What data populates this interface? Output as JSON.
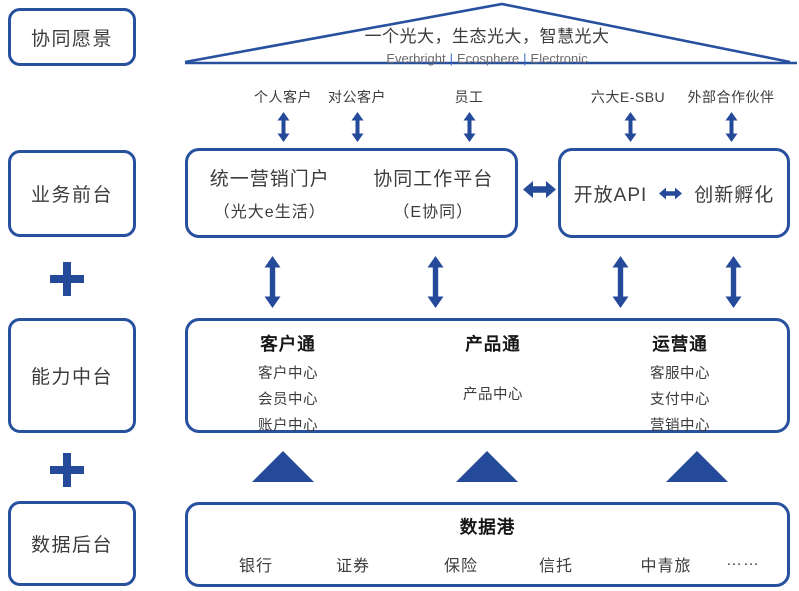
{
  "colors": {
    "line_blue": "#27509e",
    "shape_navy": "#254a9a",
    "text_gray": "#3c3c3c",
    "heading_black": "#161616",
    "pipe_blue": "#3e6bc9"
  },
  "icons": {
    "plus-icon": "+",
    "up-down-arrow-icon": "↕",
    "left-right-arrow-icon": "↔",
    "up-triangle-icon": "▲",
    "roof-outline": "△"
  },
  "rail": {
    "items": [
      {
        "label": "协同愿景"
      },
      {
        "label": "业务前台"
      },
      {
        "label": "能力中台"
      },
      {
        "label": "数据后台"
      }
    ]
  },
  "roof": {
    "title_cn": "一个光大，生态光大，智慧光大",
    "en": [
      "Everbright",
      "Ecosphere",
      "Electronic"
    ],
    "pipe": "|"
  },
  "stakeholders": [
    "个人客户",
    "对公客户",
    "员工",
    "六大E-SBU",
    "外部合作伙伴"
  ],
  "front": {
    "portal_title": "统一营销门户",
    "portal_sub": "（光大e生活）",
    "collab_title": "协同工作平台",
    "collab_sub": "（E协同）",
    "api": "开放API",
    "incubation": "创新孵化"
  },
  "middle": {
    "columns": [
      {
        "title": "客户通",
        "items": [
          "客户中心",
          "会员中心",
          "账户中心"
        ]
      },
      {
        "title": "产品通",
        "items": [
          "产品中心"
        ]
      },
      {
        "title": "运营通",
        "items": [
          "客服中心",
          "支付中心",
          "营销中心"
        ]
      }
    ]
  },
  "bottom": {
    "title": "数据港",
    "items": [
      "银行",
      "证券",
      "保险",
      "信托",
      "中青旅",
      "……"
    ]
  }
}
